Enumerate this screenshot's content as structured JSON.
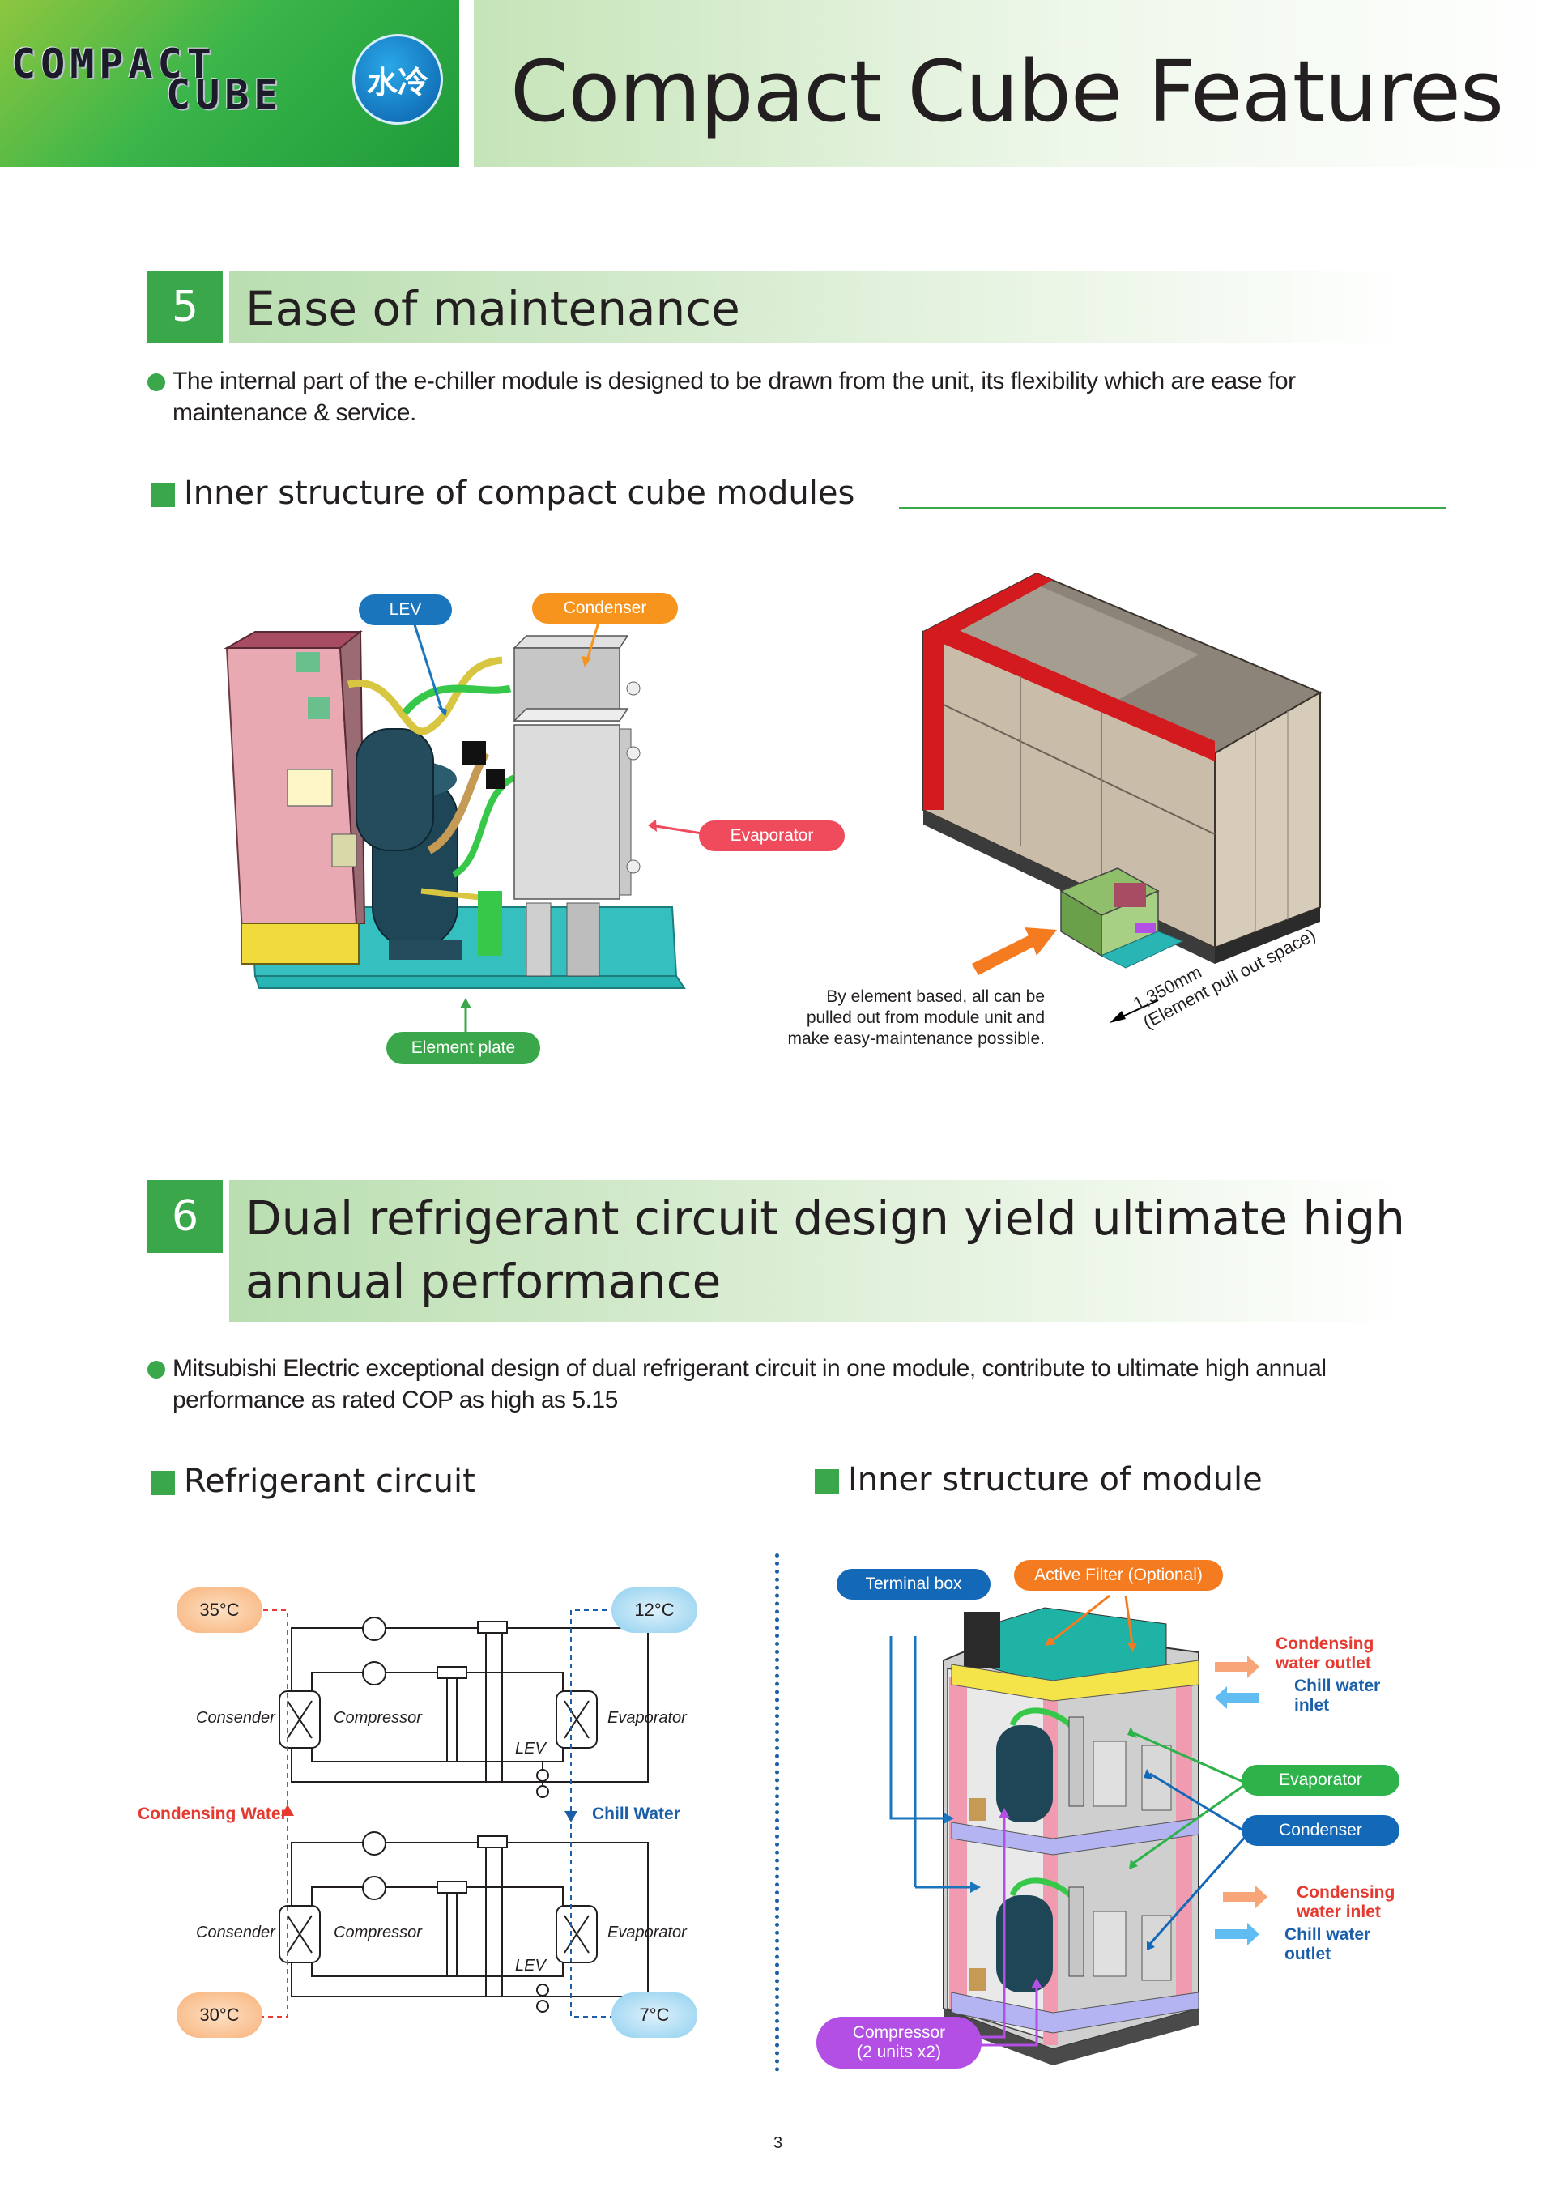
{
  "header": {
    "logo_line1": "COMPACT",
    "logo_line2": "CUBE",
    "logo_badge": "水冷",
    "title": "Compact Cube Features"
  },
  "section5": {
    "number": "5",
    "title": "Ease of maintenance",
    "bullet_line1": "The internal part of the e-chiller module is designed to be drawn from the unit, its flexibility which are ease for",
    "bullet_line2": "maintenance & service.",
    "subheading": "Inner structure of compact cube modules",
    "labels": {
      "lev": "LEV",
      "condenser": "Condenser",
      "evaporator": "Evaporator",
      "element_plate": "Element plate"
    },
    "caption_line1": "By element based, all can be",
    "caption_line2": "pulled out from module unit and",
    "caption_line3": "make easy-maintenance possible.",
    "dimension_line1": "1,350mm",
    "dimension_line2": "(Element pull out space)"
  },
  "section6": {
    "number": "6",
    "title_line1": "Dual refrigerant circuit design yield ultimate high",
    "title_line2": "annual performance",
    "bullet_line1": "Mitsubishi Electric exceptional design of dual refrigerant circuit in one module, contribute to ultimate high annual",
    "bullet_line2": "performance as rated COP as high as 5.15",
    "sub_left": "Refrigerant circuit",
    "sub_right": "Inner structure of module",
    "circuit": {
      "temp_in_warm": "35°C",
      "temp_out_cool_top": "12°C",
      "temp_warm_bottom": "30°C",
      "temp_cool_bottom": "7°C",
      "consender": "Consender",
      "compressor": "Compressor",
      "evaporator": "Evaporator",
      "lev": "LEV",
      "condensing_water": "Condensing Water",
      "chill_water": "Chill Water"
    },
    "module": {
      "terminal_box": "Terminal box",
      "active_filter": "Active Filter (Optional)",
      "condensing_water_outlet_1": "Condensing",
      "condensing_water_outlet_2": "water outlet",
      "chill_water_inlet_1": "Chill water",
      "chill_water_inlet_2": "inlet",
      "evaporator": "Evaporator",
      "condenser": "Condenser",
      "condensing_water_inlet_1": "Condensing",
      "condensing_water_inlet_2": "water inlet",
      "chill_water_outlet_1": "Chill water",
      "chill_water_outlet_2": "outlet",
      "compressor_1": "Compressor",
      "compressor_2": "(2 units x2)"
    }
  },
  "colors": {
    "accent_green": "#3aa84a",
    "lev_blue": "#1b75bc",
    "condenser_orange": "#f7941d",
    "evaporator_red": "#ef4b5c",
    "condensing_red": "#e53a2f",
    "chill_blue": "#1b5fa8",
    "compressor_purple": "#b44fe6"
  },
  "footer": {
    "page_number": "3"
  }
}
